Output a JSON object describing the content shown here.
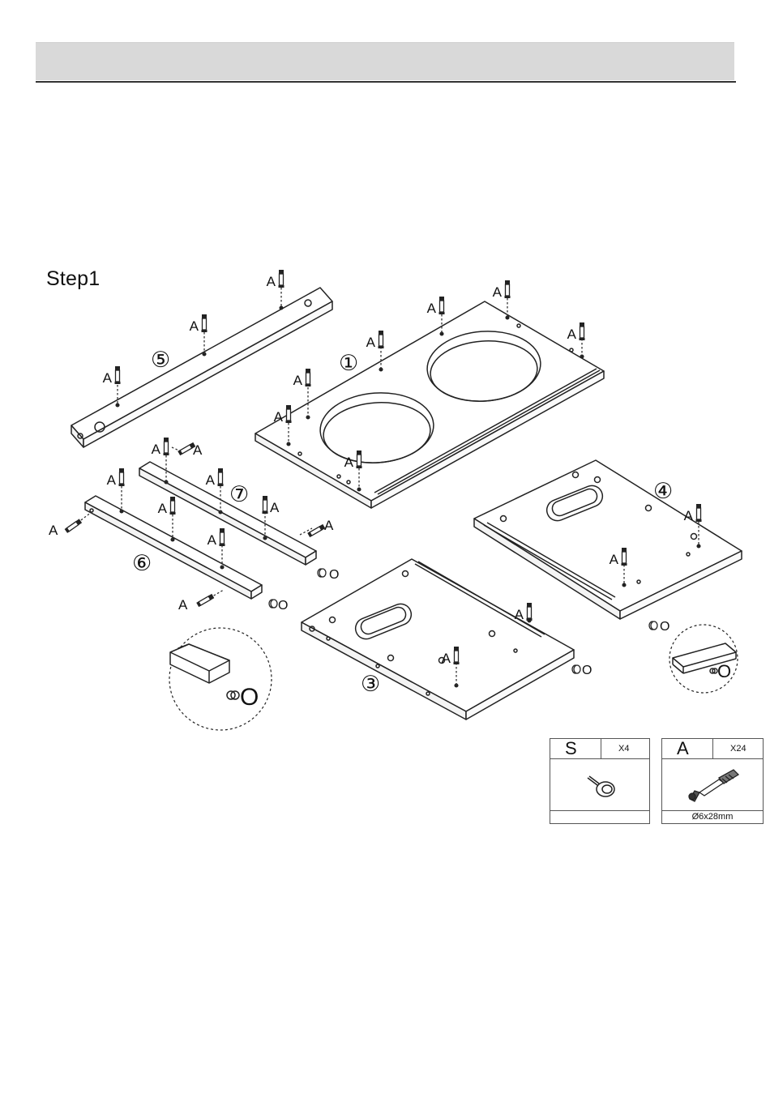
{
  "header": {
    "title": ""
  },
  "step": {
    "title": "Step1"
  },
  "parts": [
    {
      "label": "①"
    },
    {
      "label": "③"
    },
    {
      "label": "④"
    },
    {
      "label": "⑤"
    },
    {
      "label": "⑥"
    },
    {
      "label": "⑦"
    }
  ],
  "fittings": {
    "a_label": "A",
    "o_label": "O"
  },
  "hardware": [
    {
      "letter": "S",
      "quantity": "X4",
      "spec": "",
      "icon": "cam-lock-icon"
    },
    {
      "letter": "A",
      "quantity": "X24",
      "spec": "Ø6x28mm",
      "icon": "cam-bolt-icon"
    }
  ]
}
